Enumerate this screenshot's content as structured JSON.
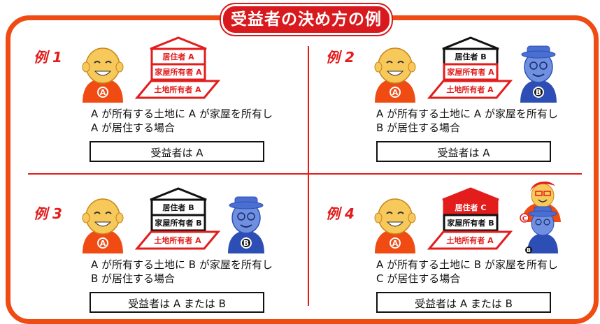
{
  "title": "受益者の決め方の例",
  "examples": [
    {
      "label": "例 1",
      "resident": "居住者 A",
      "house_owner": "家屋所有者 A",
      "land_owner": "土地所有者 A",
      "desc_line1": "A が所有する土地に A が家屋を所有し",
      "desc_line2": "A が居住する場合",
      "result": "受益者は A"
    },
    {
      "label": "例 2",
      "resident": "居住者 B",
      "house_owner": "家屋所有者 A",
      "land_owner": "土地所有者 A",
      "desc_line1": "A が所有する土地に A が家屋を所有し",
      "desc_line2": "B が居住する場合",
      "result": "受益者は A"
    },
    {
      "label": "例 3",
      "resident": "居住者 B",
      "house_owner": "家屋所有者 B",
      "land_owner": "土地所有者 A",
      "desc_line1": "A が所有する土地に B が家屋を所有し",
      "desc_line2": "B が居住する場合",
      "result": "受益者は A または B"
    },
    {
      "label": "例 4",
      "resident": "居住者 C",
      "house_owner": "家屋所有者 B",
      "land_owner": "土地所有者 A",
      "desc_line1": "A が所有する土地に B が家屋を所有し",
      "desc_line2": "C が居住する場合",
      "result": "受益者は A または B"
    }
  ],
  "badges": {
    "a": "A",
    "b": "B",
    "c": "C"
  },
  "colors": {
    "accent": "#ef4b12",
    "red": "#e31c1c",
    "person_a_skin": "#f7c85a",
    "person_b": "#4a6fd1"
  },
  "icons": [
    "person-a-icon",
    "person-b-icon",
    "person-c-icon",
    "house-icon"
  ]
}
